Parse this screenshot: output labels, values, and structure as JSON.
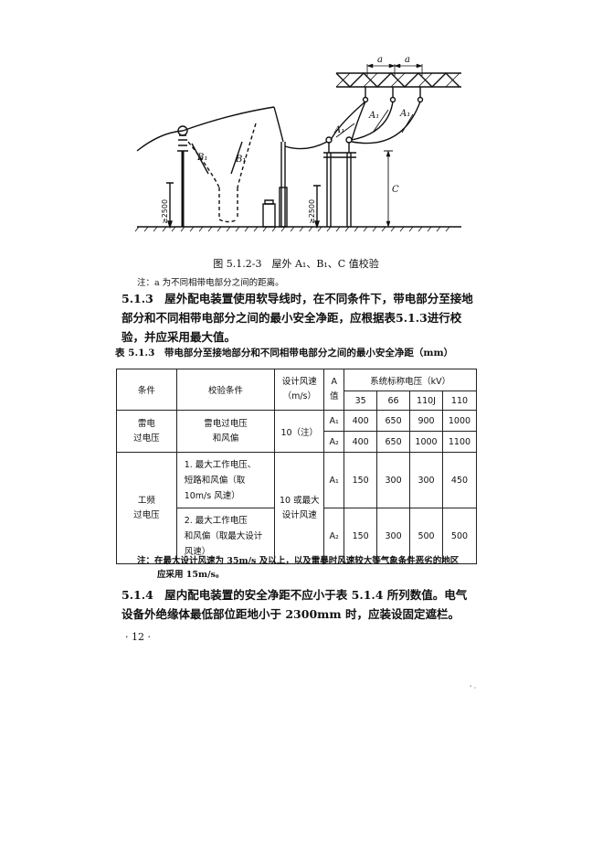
{
  "figure": {
    "labels": {
      "a1": "a",
      "a2": "a",
      "A1_left": "A₁",
      "A1_mid": "A₁",
      "A1_right": "A₁",
      "B1_left": "B₁",
      "B1_right": "B₁",
      "C": "C",
      "h_left": "≥2500",
      "h_right": "≥2500"
    },
    "caption": "图 5.1.2-3　屋外 A₁、B₁、C 值校验",
    "note": "注：a 为不同相带电部分之间的距离。"
  },
  "section_513": {
    "text": "5.1.3　屋外配电装置使用软导线时，在不同条件下，带电部分至接地部分和不同相带电部分之间的最小安全净距，应根据表5.1.3进行校验，并应采用最大值。"
  },
  "table": {
    "title": "表 5.1.3　带电部分至接地部分和不同相带电部分之间的最小安全净距（mm）",
    "headers": {
      "condition": "条件",
      "check": "校验条件",
      "wind_line1": "设计风速",
      "wind_line2": "（m/s）",
      "a_line1": "A",
      "a_line2": "值",
      "voltage": "系统标称电压（kV）",
      "v1": "35",
      "v2": "66",
      "v3": "110J",
      "v4": "110"
    },
    "group1": {
      "cond_line1": "雷电",
      "cond_line2": "过电压",
      "check_line1": "雷电过电压",
      "check_line2": "和风偏",
      "wind": "10（注）",
      "rows": [
        {
          "a": "A₁",
          "v1": "400",
          "v2": "650",
          "v3": "900",
          "v4": "1000"
        },
        {
          "a": "A₂",
          "v1": "400",
          "v2": "650",
          "v3": "1000",
          "v4": "1100"
        }
      ]
    },
    "group2": {
      "cond_line1": "工频",
      "cond_line2": "过电压",
      "check1_lines": [
        "1. 最大工作电压、",
        "短路和风偏（取",
        "10m/s 风速）"
      ],
      "check2_lines": [
        "2. 最大工作电压",
        "和风偏（取最大设计",
        "风速）"
      ],
      "wind_line1": "10 或最大",
      "wind_line2": "设计风速",
      "rows": [
        {
          "a": "A₁",
          "v1": "150",
          "v2": "300",
          "v3": "300",
          "v4": "450"
        },
        {
          "a": "A₂",
          "v1": "150",
          "v2": "300",
          "v3": "500",
          "v4": "500"
        }
      ]
    },
    "note_line1": "注：在最大设计风速为 35m/s 及以上，以及雷暴时风速较大等气象条件恶劣的地区",
    "note_line2": "应采用 15m/s。"
  },
  "section_514": {
    "text": "5.1.4　屋内配电装置的安全净距不应小于表 5.1.4 所列数值。电气设备外绝缘体最低部位距地小于 2300mm 时，应装设固定遮栏。"
  },
  "page_number": "· 12 ·",
  "corner_mark": "' ·"
}
